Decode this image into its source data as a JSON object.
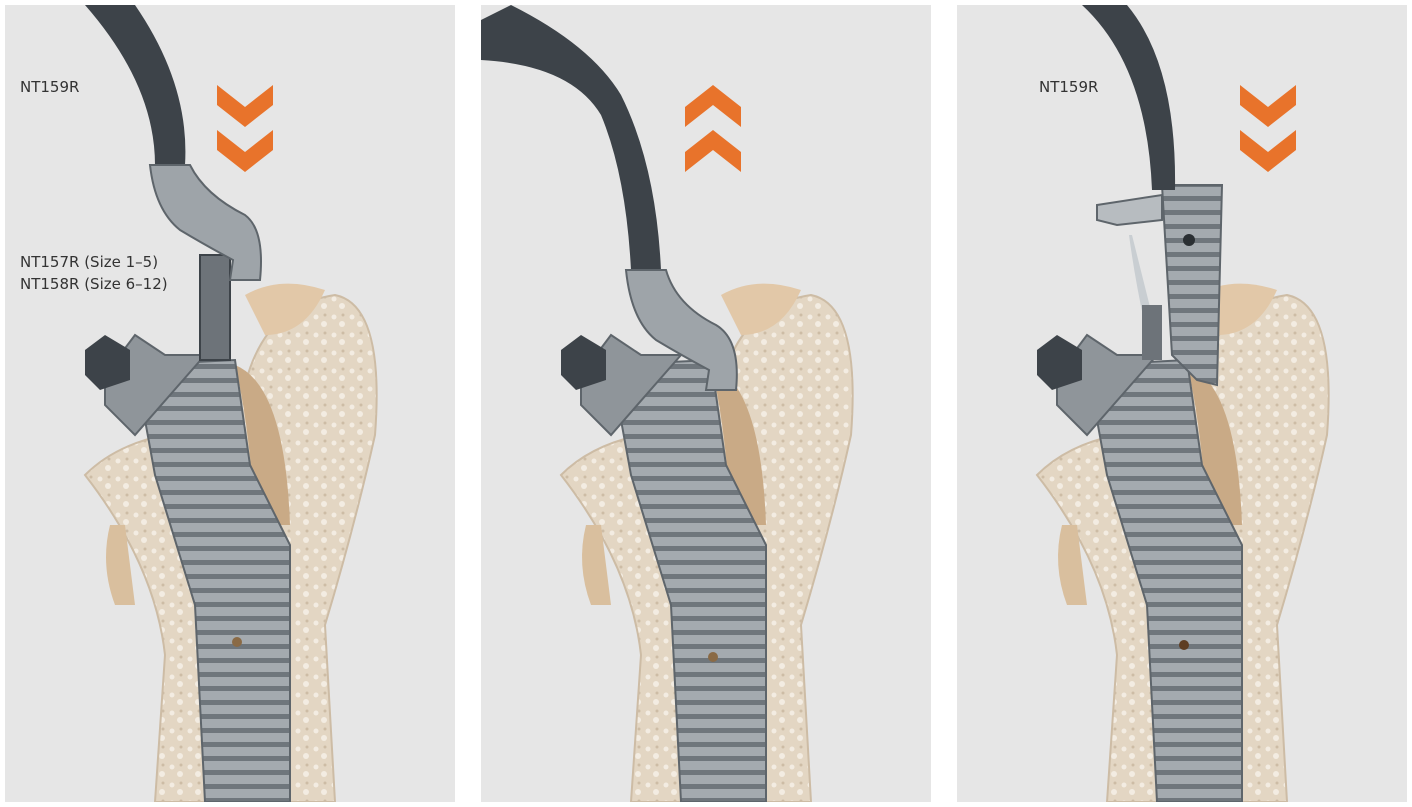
{
  "panels": [
    {
      "id": "step-insert-impactor",
      "label": "NT159R",
      "sublabels": [
        "NT157R (Size 1–5)",
        "NT158R (Size 6–12)"
      ],
      "arrow_direction": "down"
    },
    {
      "id": "step-extract",
      "arrow_direction": "up"
    },
    {
      "id": "step-insert-trial-neck",
      "label": "NT159R",
      "arrow_direction": "down"
    }
  ],
  "colors": {
    "background": "#e6e6e6",
    "arrow": "#e8732b",
    "bone": "#e8dccb",
    "metal": "#9ea4a9",
    "instrument_dark": "#3d4349"
  }
}
